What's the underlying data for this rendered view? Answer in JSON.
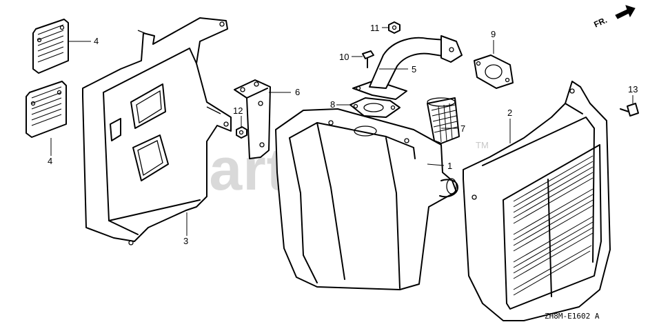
{
  "watermark": {
    "text": "PartsTree",
    "trademark": "TM"
  },
  "direction_label": "FR.",
  "diagram_code": "ZH8M-E1602 A",
  "callouts": [
    {
      "id": "c1",
      "label": "1"
    },
    {
      "id": "c2",
      "label": "2"
    },
    {
      "id": "c3",
      "label": "3"
    },
    {
      "id": "c4a",
      "label": "4"
    },
    {
      "id": "c4b",
      "label": "4"
    },
    {
      "id": "c5",
      "label": "5"
    },
    {
      "id": "c6",
      "label": "6"
    },
    {
      "id": "c7",
      "label": "7"
    },
    {
      "id": "c8",
      "label": "8"
    },
    {
      "id": "c9",
      "label": "9"
    },
    {
      "id": "c10",
      "label": "10"
    },
    {
      "id": "c11",
      "label": "11"
    },
    {
      "id": "c12",
      "label": "12"
    },
    {
      "id": "c13",
      "label": "13"
    }
  ]
}
